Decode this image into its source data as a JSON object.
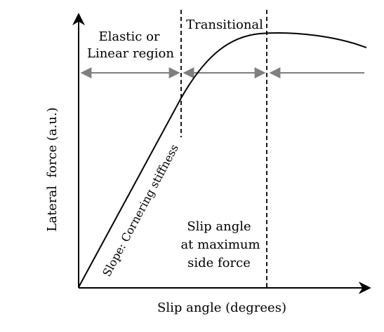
{
  "diagram": {
    "axes": {
      "x_label": "Slip angle (degrees)",
      "y_label": "Lateral  force (a.u.)"
    },
    "regions": {
      "elastic_line1": "Elastic or",
      "elastic_line2": "Linear region",
      "transitional": "Transitional"
    },
    "annotations": {
      "slope": "Slope: Cornering stiffness",
      "peak_line1": "Slip angle",
      "peak_line2": "at maximum",
      "peak_line3": "side force"
    },
    "colors": {
      "axis": "#000000",
      "curve": "#000000",
      "arrows": "#7f7f7f",
      "dashed": "#000000"
    }
  }
}
